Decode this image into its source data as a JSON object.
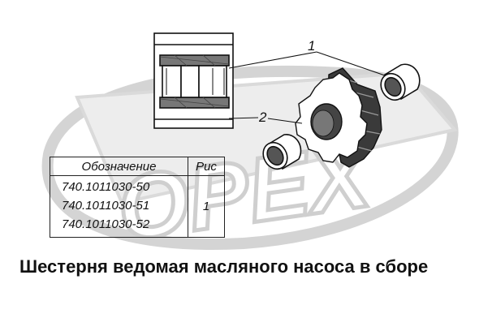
{
  "diagram": {
    "callouts": [
      {
        "number": "1"
      },
      {
        "number": "2"
      }
    ],
    "watermark_text": "OPEX"
  },
  "table": {
    "headers": {
      "designation": "Обозначение",
      "figure": "Рис"
    },
    "rows": [
      "740.1011030-50",
      "740.1011030-51",
      "740.1011030-52"
    ],
    "figure_value": "1"
  },
  "caption": "Шестерня ведомая масляного насоса в сборе"
}
